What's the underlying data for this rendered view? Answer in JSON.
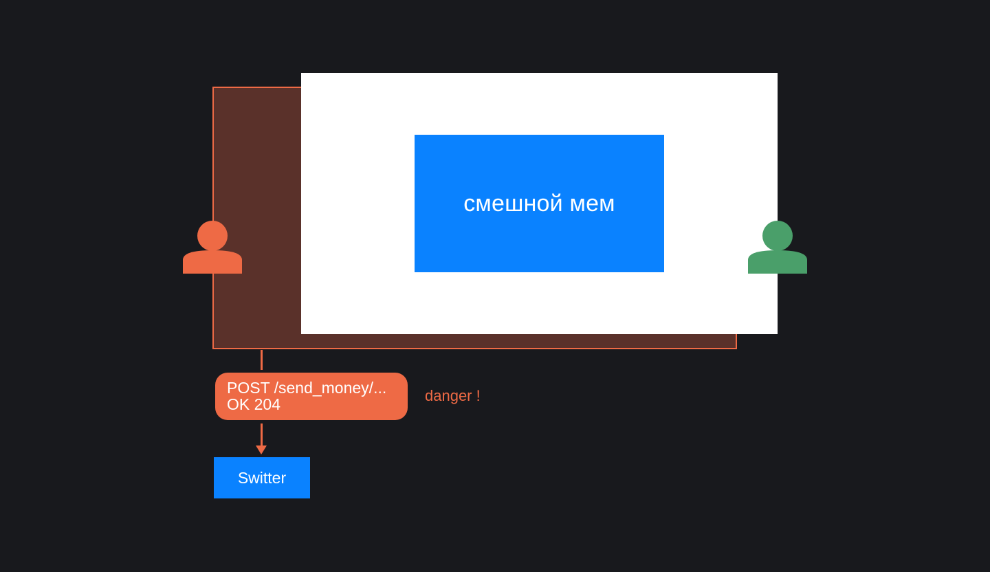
{
  "colors": {
    "background": "#18191d",
    "hidden_frame_fill": "#5a312a",
    "attacker_accent": "#ee6a45",
    "victim_accent": "#4a9f6a",
    "site_blue": "#0a82ff",
    "visible_site_fill": "#ffffff"
  },
  "visible_site": {
    "meme_label": "смешной мем"
  },
  "attacker": {
    "icon": "person-icon",
    "color": "#ee6a45"
  },
  "victim": {
    "icon": "person-icon",
    "color": "#4a9f6a"
  },
  "request": {
    "line1": "POST /send_money/...",
    "line2": "OK 204"
  },
  "warning": {
    "label": "danger !"
  },
  "target_site": {
    "label": "Switter"
  }
}
